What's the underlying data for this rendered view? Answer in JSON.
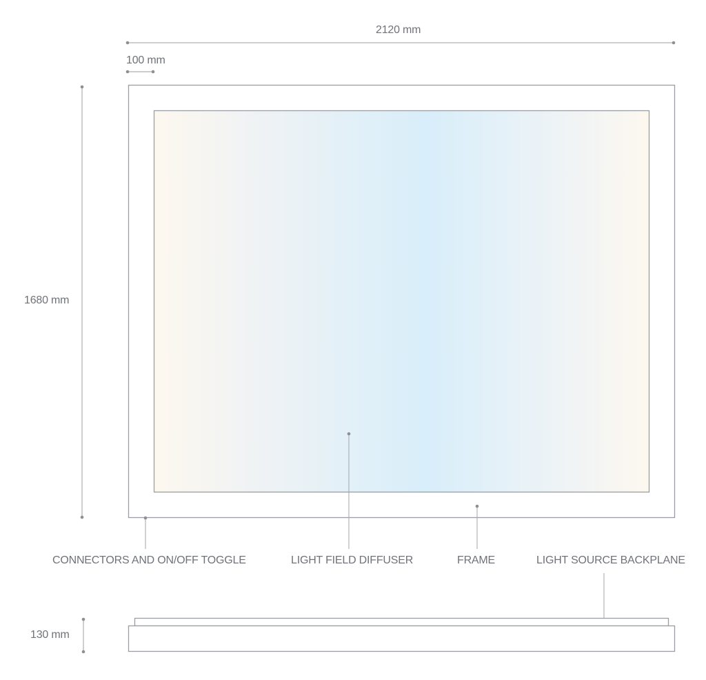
{
  "dimensions": {
    "overall_width": "2120 mm",
    "frame_border": "100 mm",
    "overall_height": "1680 mm",
    "depth": "130 mm"
  },
  "callouts": {
    "connectors": "CONNECTORS AND ON/OFF TOGGLE",
    "diffuser": "LIGHT FIELD DIFFUSER",
    "frame": "FRAME",
    "backplane": "LIGHT SOURCE BACKPLANE"
  },
  "colors": {
    "line": "#8c8f94",
    "outline": "#9a9da2",
    "diffuser_center": "#d8eefa",
    "diffuser_edge": "#fdf8ef"
  }
}
